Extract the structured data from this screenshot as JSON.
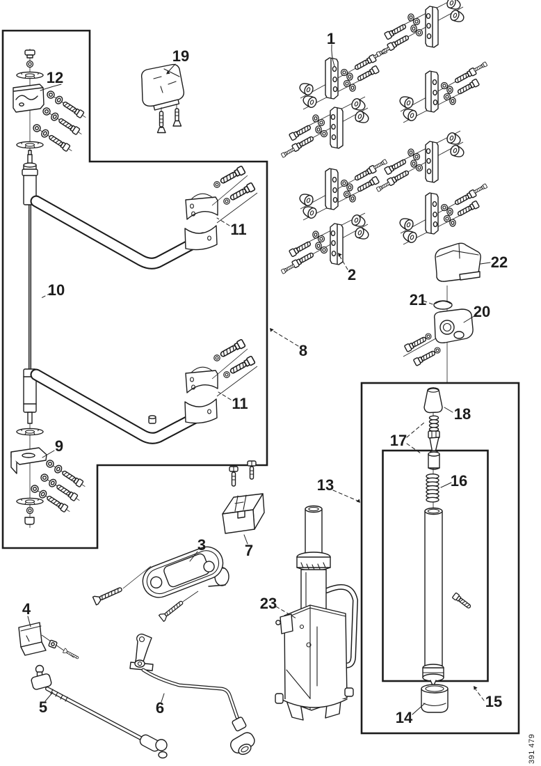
{
  "figure": {
    "number": "391 479"
  },
  "colors": {
    "ink": "#1c1c1c",
    "paper": "#ffffff"
  },
  "callouts": {
    "n1": "1",
    "n2": "2",
    "n3": "3",
    "n4": "4",
    "n5": "5",
    "n6": "6",
    "n7": "7",
    "n8": "8",
    "n9": "9",
    "n10": "10",
    "n11a": "11",
    "n11b": "11",
    "n12": "12",
    "n13": "13",
    "n14": "14",
    "n15": "15",
    "n16": "16",
    "n17": "17",
    "n18": "18",
    "n19": "19",
    "n20": "20",
    "n21": "21",
    "n22": "22",
    "n23": "23"
  }
}
